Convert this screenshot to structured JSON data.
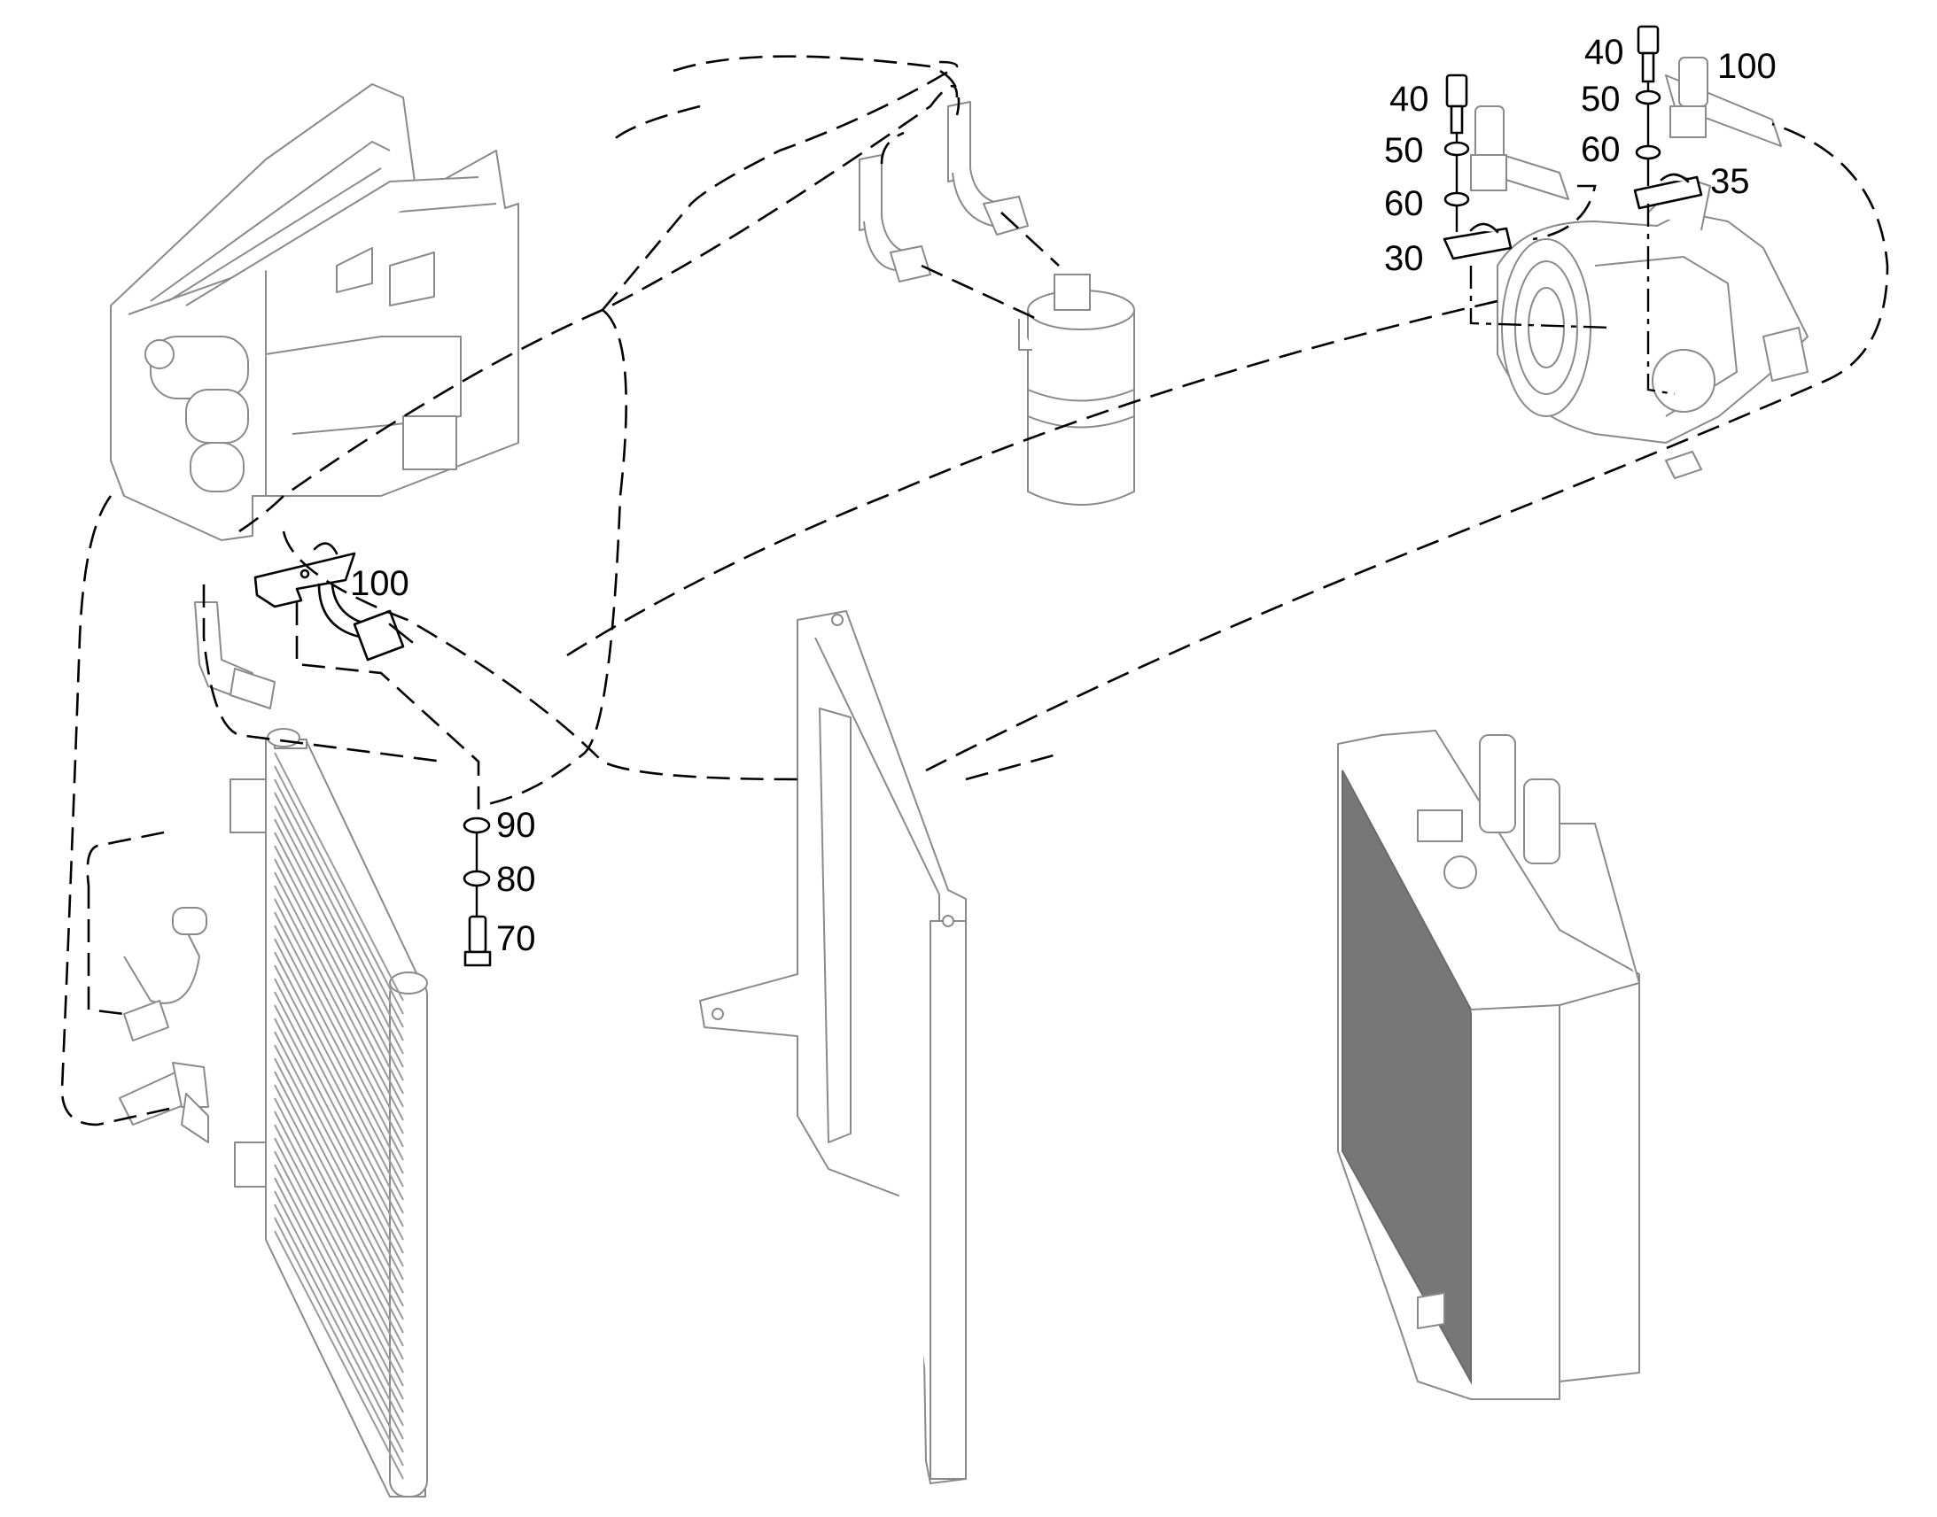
{
  "callouts": {
    "c40a": "40",
    "c50a": "50",
    "c60a": "60",
    "c30": "30",
    "c40b": "40",
    "c50b": "50",
    "c60b": "60",
    "c35": "35",
    "c100a": "100",
    "c100b": "100",
    "c90": "90",
    "c80": "80",
    "c70": "70"
  },
  "colors": {
    "line": "#000000",
    "part_outline": "#8a8a8a",
    "core_fill": "#777777",
    "background": "#ffffff"
  }
}
